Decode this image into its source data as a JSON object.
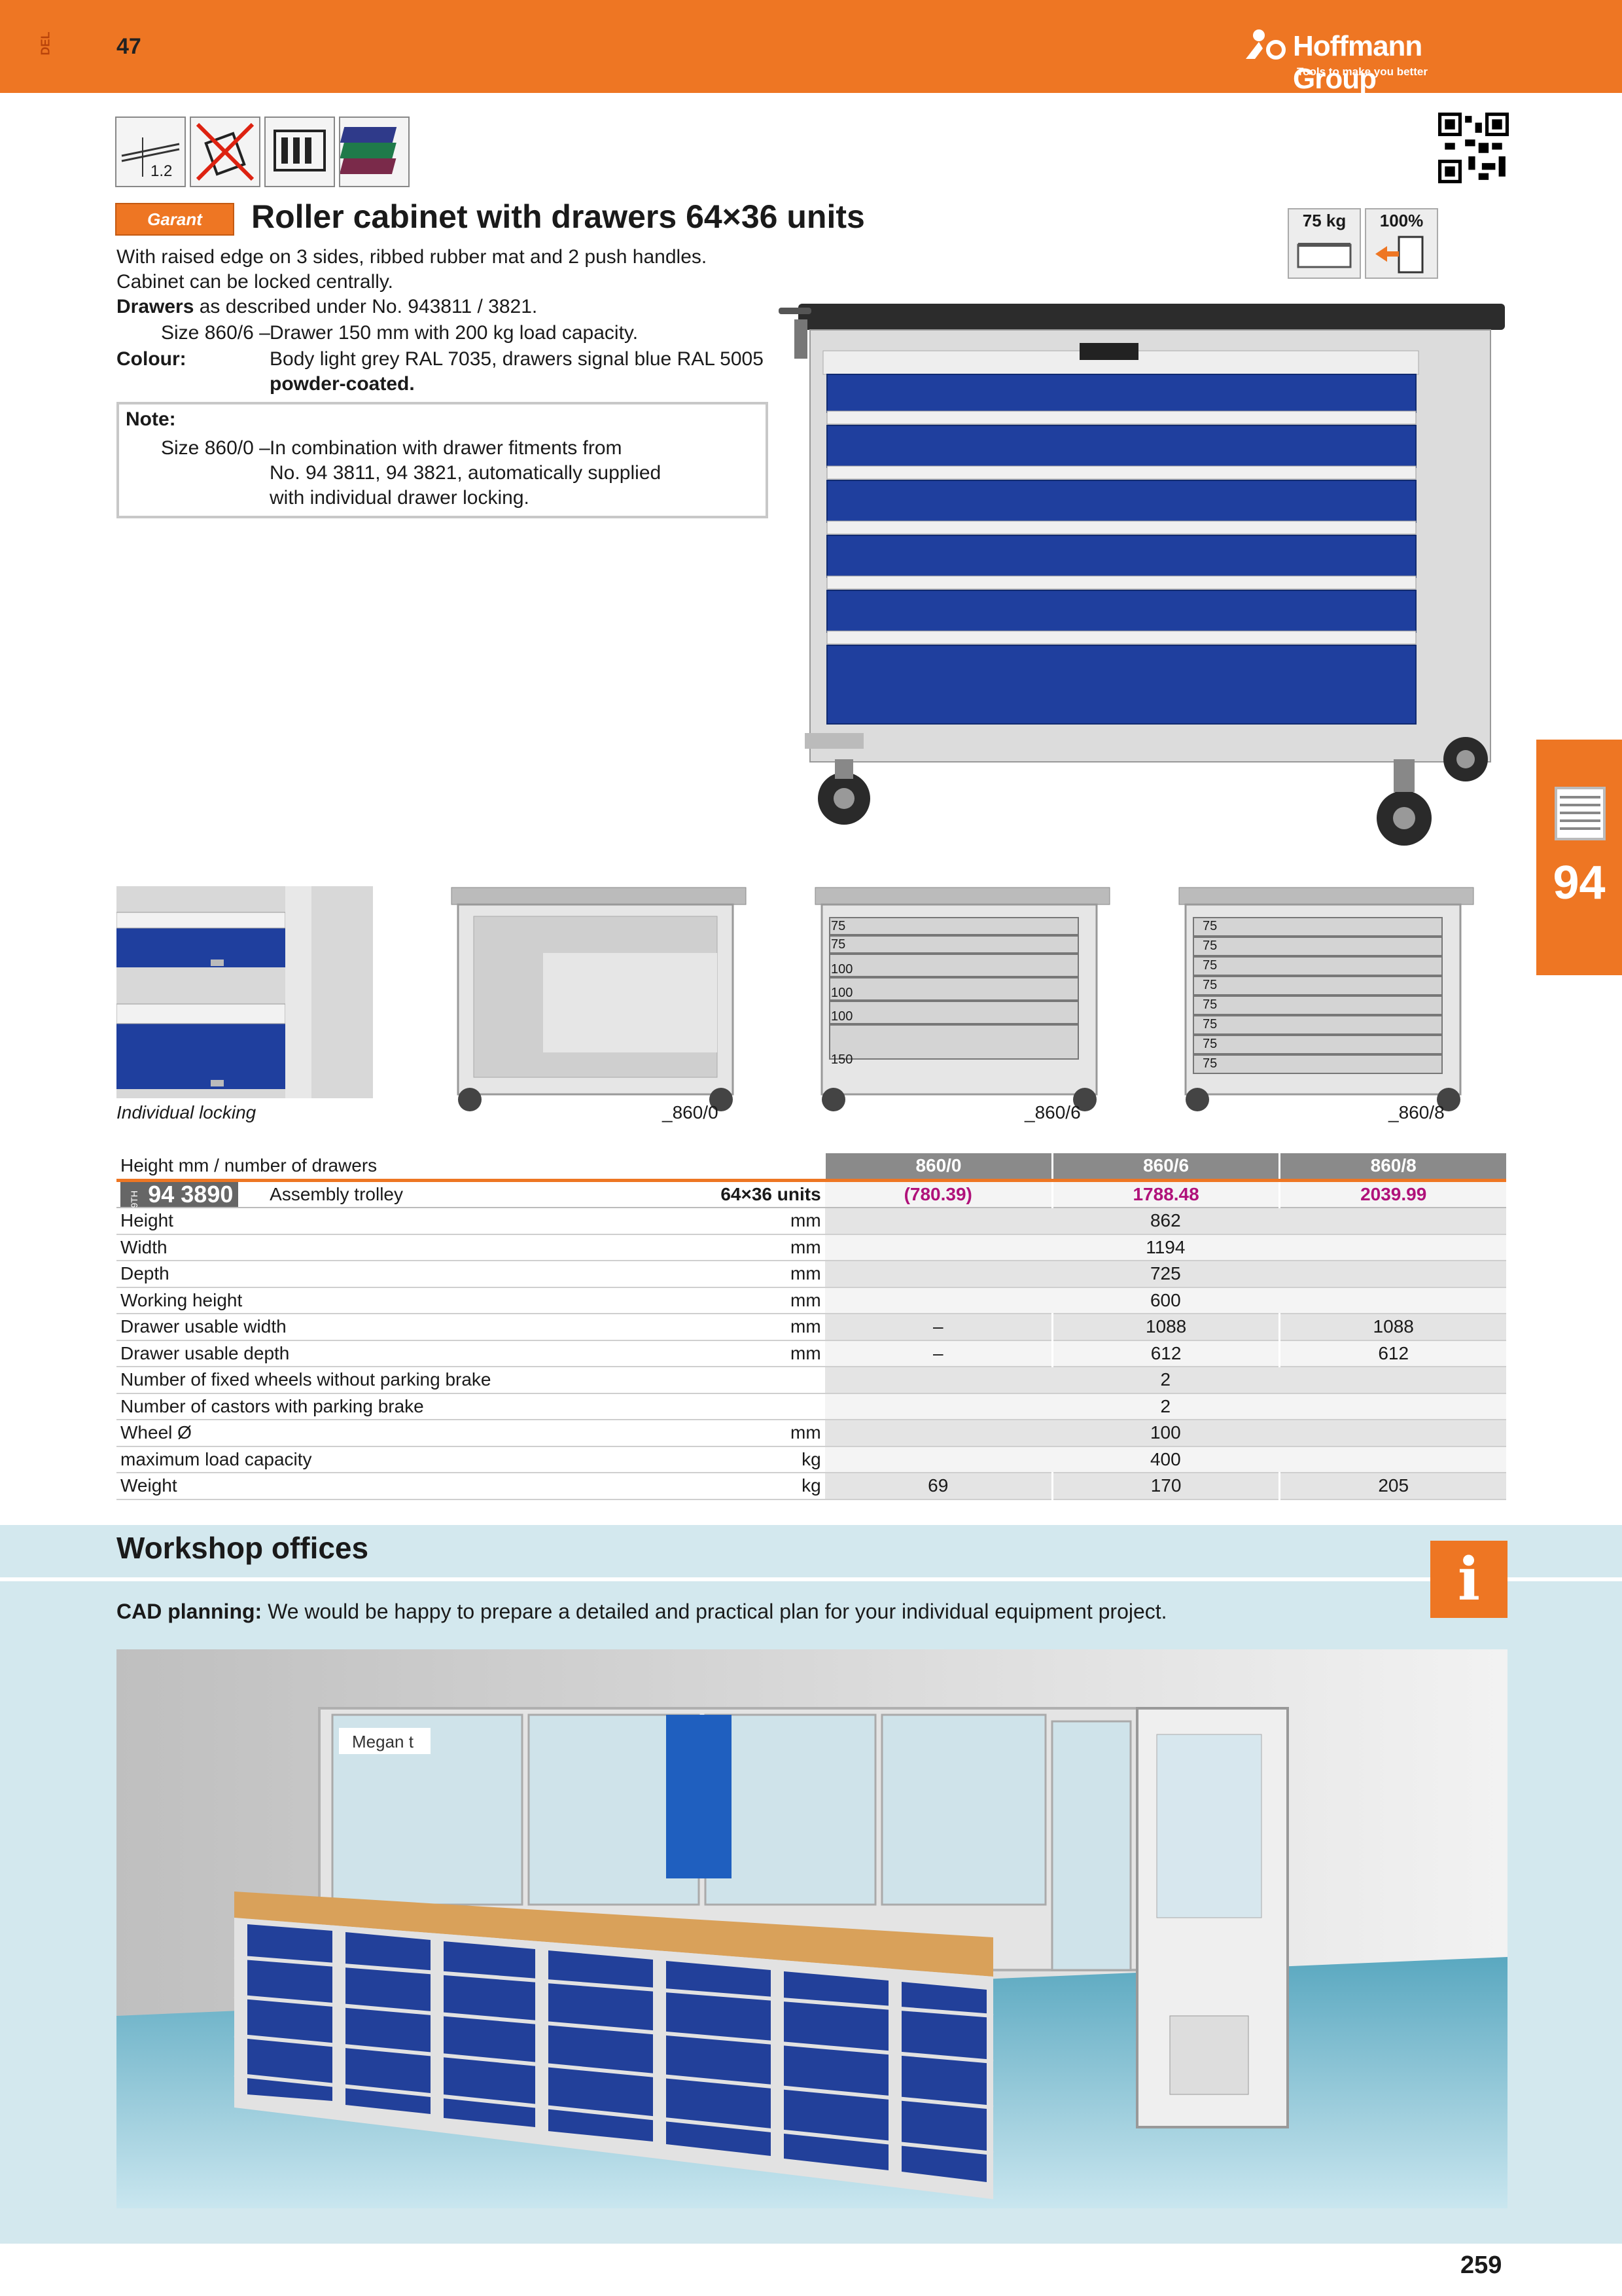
{
  "header": {
    "code": "DEL",
    "section_number": "47",
    "brand": "Hoffmann Group",
    "tagline": "Tools to make you better"
  },
  "product": {
    "brand_badge": "Garant",
    "title": "Roller cabinet with drawers 64×36 units",
    "desc_line1": "With raised edge on 3 sides, ribbed rubber mat and 2 push handles.",
    "desc_line2": "Cabinet can be locked centrally.",
    "drawers_label": "Drawers",
    "drawers_text": "as described under No. 943811 / 3821.",
    "size_label": "Size 860/6 –",
    "size_text": "Drawer 150 mm with 200 kg load capacity.",
    "colour_label": "Colour:",
    "colour_text": "Body light grey RAL 7035, drawers signal blue RAL 5005",
    "colour_text2": "powder-coated.",
    "note_label": "Note:",
    "note_size": "Size 860/0 –",
    "note_line1": "In combination with drawer fitments from",
    "note_line2": "No. 94 3811, 94 3821, automatically supplied",
    "note_line3": "with individual drawer locking.",
    "spec_load": "75 kg",
    "spec_ext": "100%",
    "pictogram_value": "1.2"
  },
  "chapter_tab": "94",
  "variants": {
    "caption_locking": "Individual locking",
    "v0": "_860/0",
    "v6": "_860/6",
    "v8": "_860/8",
    "v6_drawers": [
      "75",
      "75",
      "100",
      "100",
      "100",
      "150"
    ],
    "v8_drawers": [
      "75",
      "75",
      "75",
      "75",
      "75",
      "75",
      "75",
      "75"
    ]
  },
  "table": {
    "header_label": "Height mm / number of drawers",
    "col_heads": [
      "860/0",
      "860/6",
      "860/8"
    ],
    "article_prefix": "9TH",
    "article_no": "94 3890",
    "article_name": "Assembly trolley",
    "article_size": "64×36 units",
    "prices": [
      "(780.39)",
      "1788.48",
      "2039.99"
    ],
    "rows": [
      {
        "label": "Height",
        "unit": "mm",
        "v0": "",
        "v6": "862",
        "v8": ""
      },
      {
        "label": "Width",
        "unit": "mm",
        "v0": "",
        "v6": "1194",
        "v8": ""
      },
      {
        "label": "Depth",
        "unit": "mm",
        "v0": "",
        "v6": "725",
        "v8": ""
      },
      {
        "label": "Working height",
        "unit": "mm",
        "v0": "",
        "v6": "600",
        "v8": ""
      },
      {
        "label": "Drawer usable width",
        "unit": "mm",
        "v0": "–",
        "v6": "1088",
        "v8": "1088"
      },
      {
        "label": "Drawer usable depth",
        "unit": "mm",
        "v0": "–",
        "v6": "612",
        "v8": "612"
      },
      {
        "label": "Number of fixed wheels without parking brake",
        "unit": "",
        "v0": "",
        "v6": "2",
        "v8": ""
      },
      {
        "label": "Number of castors with parking brake",
        "unit": "",
        "v0": "",
        "v6": "2",
        "v8": ""
      },
      {
        "label": "Wheel Ø",
        "unit": "mm",
        "v0": "",
        "v6": "100",
        "v8": ""
      },
      {
        "label": "maximum load capacity",
        "unit": "kg",
        "v0": "",
        "v6": "400",
        "v8": ""
      },
      {
        "label": "Weight",
        "unit": "kg",
        "v0": "69",
        "v6": "170",
        "v8": "205"
      }
    ]
  },
  "workshop": {
    "title": "Workshop offices",
    "info_icon": "i",
    "cad_label": "CAD planning:",
    "cad_text": "We would be happy to prepare a detailed and practical plan for your individual equipment project.",
    "sign_text": "Megan  t"
  },
  "page_number": "259",
  "colors": {
    "brand_orange": "#ee7623",
    "drawer_blue": "#1f3f9e",
    "price_magenta": "#b0127a"
  }
}
